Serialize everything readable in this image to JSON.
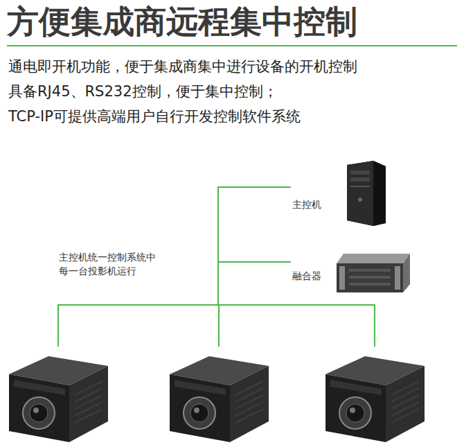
{
  "diagram": {
    "title": "方便集成商远程集中控制",
    "nodes": [
      {
        "text": [
          "主控机"
        ]
      },
      {
        "text": [
          "融合器"
        ]
      },
      {
        "text": []
      },
      {
        "text": []
      },
      {
        "text": []
      }
    ],
    "edges": [
      {
        "from": 0,
        "to": 2,
        "arrow": "none"
      },
      {
        "from": 0,
        "to": 3,
        "arrow": "none"
      },
      {
        "from": 0,
        "to": 4,
        "arrow": "none"
      },
      {
        "from": 1,
        "to": 2,
        "arrow": "none"
      },
      {
        "from": 1,
        "to": 3,
        "arrow": "none"
      },
      {
        "from": 1,
        "to": 4,
        "arrow": "none"
      }
    ],
    "labels": [
      "通电即开机功能，便于集成商集中进行设备的开机控制",
      "具备RJ45、RS232控制，便于集中控制；",
      "TCP-IP可提供高端用户自行开发控制软件系统",
      "主控机统一控制系统中 每一台投影机运行"
    ]
  }
}
